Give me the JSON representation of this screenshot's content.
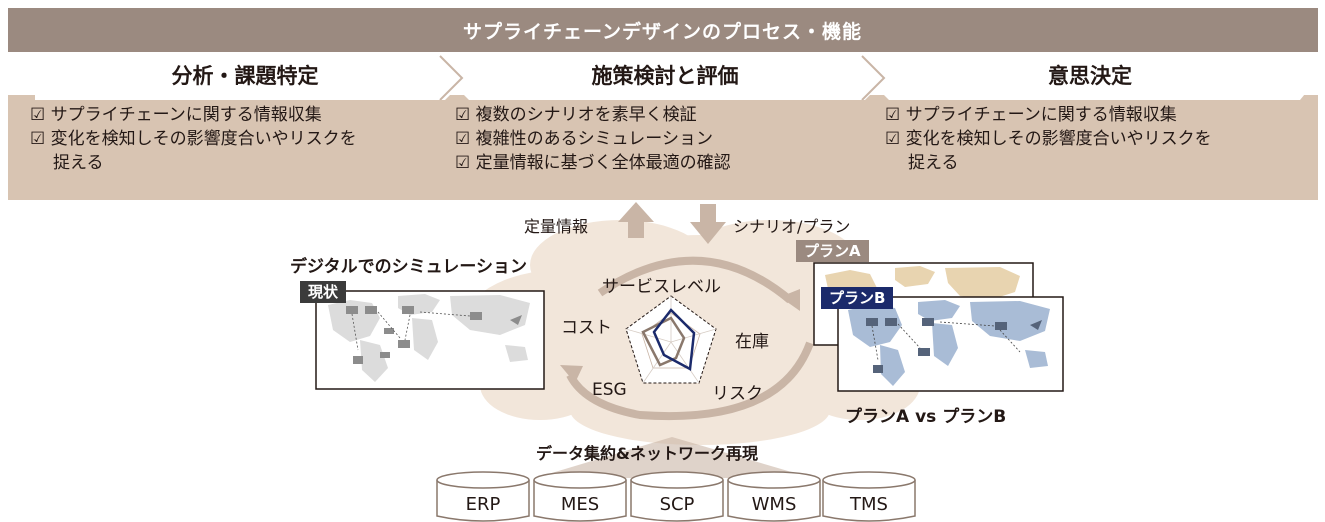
{
  "header": {
    "title": "サプライチェーンデザインのプロセス・機能"
  },
  "phases": [
    {
      "label": "分析・課題特定",
      "items": [
        "☑ サプライチェーンに関する情報収集",
        "☑ 変化を検知しその影響度合いやリスクを"
      ],
      "continuation": "捉える"
    },
    {
      "label": "施策検討と評価",
      "items": [
        "☑ 複数のシナリオを素早く検証",
        "☑ 複雑性のあるシミュレーション",
        "☑ 定量情報に基づく全体最適の確認"
      ]
    },
    {
      "label": "意思決定",
      "items": [
        "☑ サプライチェーンに関する情報収集",
        "☑ 変化を検知しその影響度合いやリスクを"
      ],
      "continuation": "捉える"
    }
  ],
  "flow": {
    "up_label": "定量情報",
    "down_label": "シナリオ/プラン"
  },
  "simulation": {
    "title": "デジタルでのシミュレーション",
    "current_tag": "現状"
  },
  "radar": {
    "axes": [
      "サービスレベル",
      "在庫",
      "リスク",
      "ESG",
      "コスト"
    ]
  },
  "plans": {
    "plan_a": "プランA",
    "plan_b": "プランB",
    "caption": "プランA vs プランB"
  },
  "colors": {
    "header": "#9b8a80",
    "band": "#d8c4b2",
    "cloud": "#f2e6da",
    "plan_a_tag": "#9b8a80",
    "plan_b_tag": "#1b2a6b",
    "plan_b_line": "#1b2a6b",
    "current_line": "#8a786c"
  },
  "data_layer": {
    "title": "データ集約&ネットワーク再現",
    "systems": [
      "ERP",
      "MES",
      "SCP",
      "WMS",
      "TMS"
    ]
  }
}
